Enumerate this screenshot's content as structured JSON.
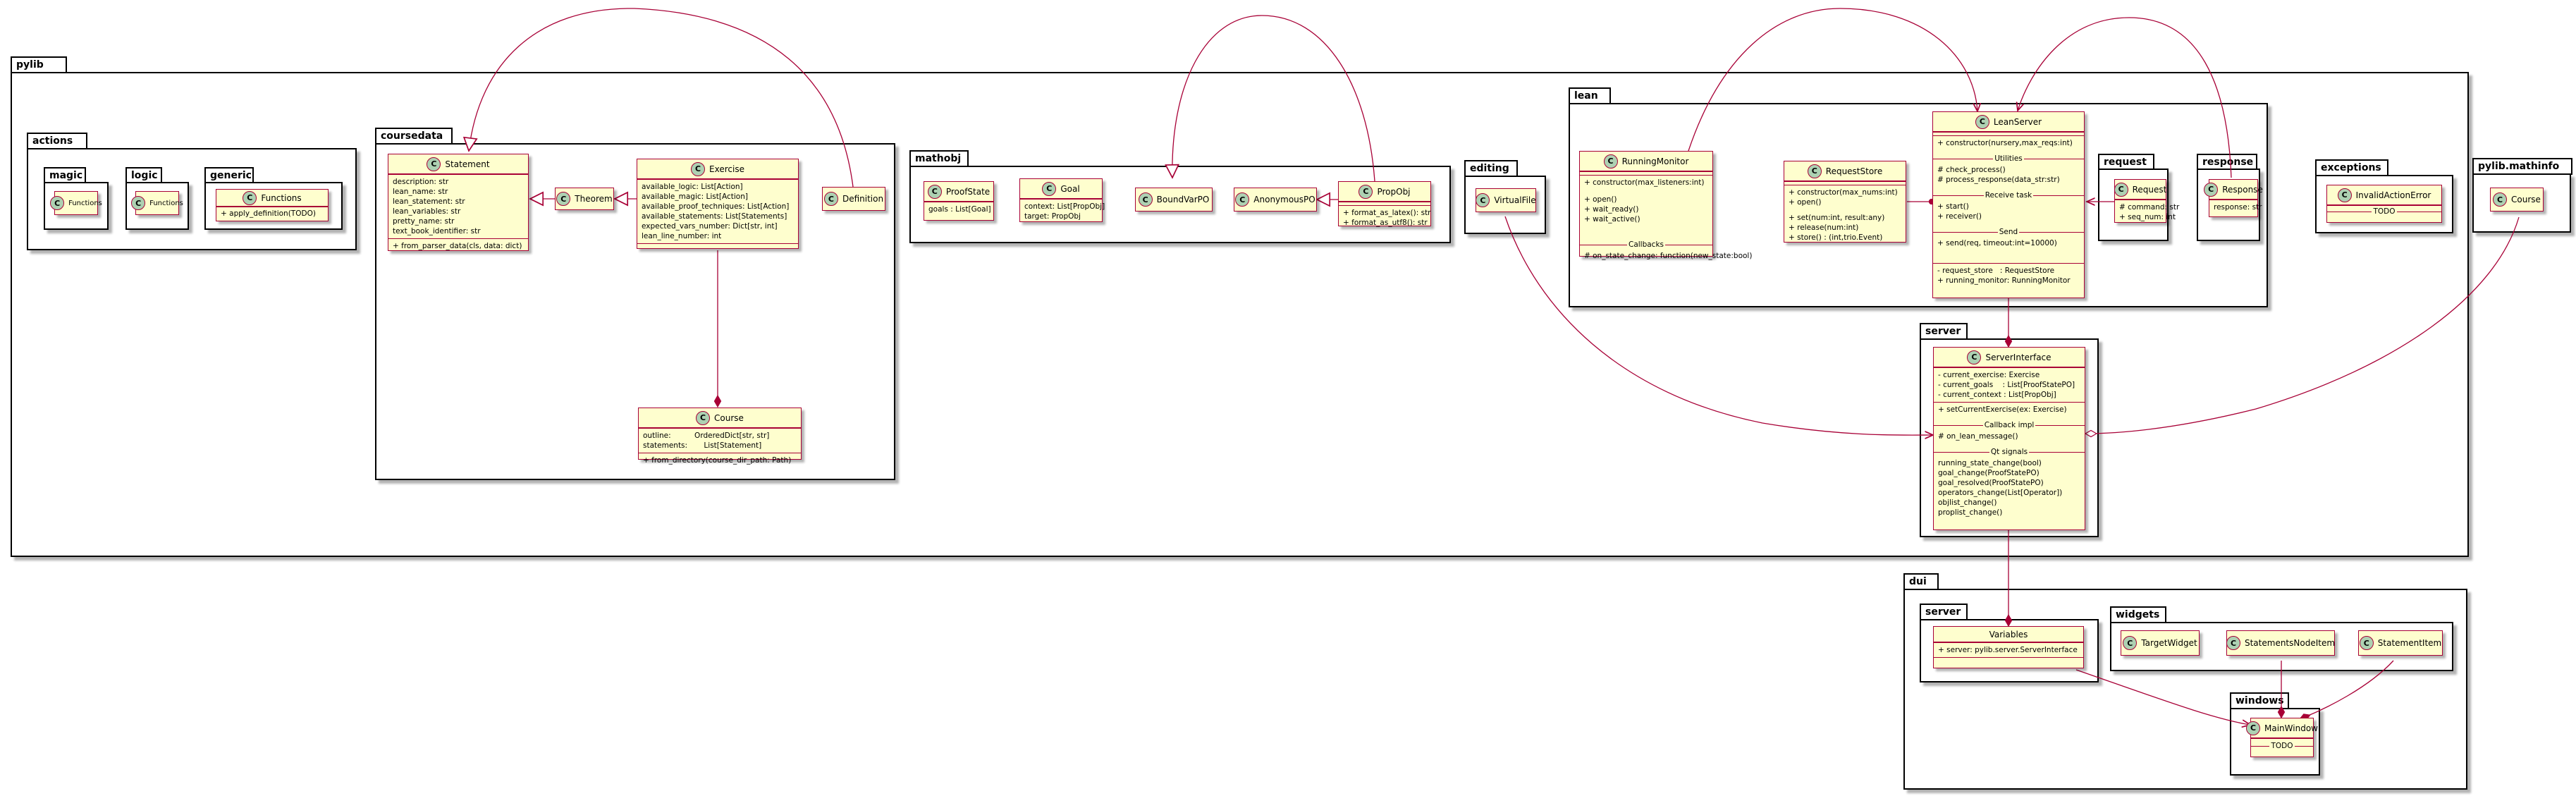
{
  "packages": {
    "pylib": "pylib",
    "actions": "actions",
    "magic": "magic",
    "logic": "logic",
    "generic": "generic",
    "coursedata": "coursedata",
    "mathobj": "mathobj",
    "editing": "editing",
    "lean": "lean",
    "request": "request",
    "response": "response",
    "exceptions": "exceptions",
    "server": "server",
    "pylib_mathinfo": "pylib.mathinfo",
    "dui": "dui",
    "dui_server": "server",
    "widgets": "widgets",
    "windows": "windows"
  },
  "classes": {
    "magic_functions": {
      "icon": "C",
      "name": "Functions"
    },
    "logic_functions": {
      "icon": "C",
      "name": "Functions"
    },
    "generic_functions": {
      "icon": "C",
      "name": "Functions",
      "methods": [
        "+ apply_definition(TODO)"
      ]
    },
    "statement": {
      "icon": "C",
      "name": "Statement",
      "fields": [
        "description: str",
        "lean_name: str",
        "lean_statement: str",
        "lean_variables: str",
        "pretty_name: str",
        "text_book_identifier: str"
      ],
      "methods": [
        "+ from_parser_data(cls, data: dict)"
      ]
    },
    "theorem": {
      "icon": "C",
      "name": "Theorem"
    },
    "exercise": {
      "icon": "C",
      "name": "Exercise",
      "fields": [
        "available_logic: List[Action]",
        "available_magic: List[Action]",
        "available_proof_techniques: List[Action]",
        "available_statements: List[Statements]",
        "expected_vars_number: Dict[str, int]",
        "lean_line_number: int"
      ]
    },
    "definition": {
      "icon": "C",
      "name": "Definition"
    },
    "course": {
      "icon": "C",
      "name": "Course",
      "fields": [
        "outline:          OrderedDict[str, str]",
        "statements:       List[Statement]"
      ],
      "methods": [
        "+ from_directory(course_dir_path: Path)"
      ]
    },
    "proofstate": {
      "icon": "C",
      "name": "ProofState",
      "fields": [
        "goals : List[Goal]"
      ]
    },
    "goal": {
      "icon": "C",
      "name": "Goal",
      "fields": [
        "context: List[PropObj]",
        "target: PropObj"
      ]
    },
    "boundvarpo": {
      "icon": "C",
      "name": "BoundVarPO"
    },
    "anonymouspo": {
      "icon": "C",
      "name": "AnonymousPO"
    },
    "propobj": {
      "icon": "C",
      "name": "PropObj",
      "methods": [
        "+ format_as_latex(): str",
        "+ format_as_utf8(): str"
      ]
    },
    "virtualfile": {
      "icon": "C",
      "name": "VirtualFile"
    },
    "runningmonitor": {
      "icon": "C",
      "name": "RunningMonitor",
      "methods": [
        "+ constructor(max_listeners:int)",
        "",
        "+ open()",
        "+ wait_ready()",
        "+ wait_active()"
      ],
      "callbacks_label": "Callbacks",
      "callbacks": [
        "# on_state_change: function(new_state:bool)"
      ]
    },
    "requeststore": {
      "icon": "C",
      "name": "RequestStore",
      "methods": [
        "+ constructor(max_nums:int)",
        "+ open()",
        "",
        "+ set(num:int, result:any)",
        "+ release(num:int)",
        "+ store() : (int,trio.Event)"
      ]
    },
    "leanserver": {
      "icon": "C",
      "name": "LeanServer",
      "methods": [
        "+ constructor(nursery,max_reqs:int)"
      ],
      "utilities_label": "Utilities",
      "utilities": [
        "# check_process()",
        "# process_response(data_str:str)"
      ],
      "receive_label": "Receive task",
      "receive": [
        "+ start()",
        "+ receiver()"
      ],
      "send_label": "Send",
      "send": [
        "+ send(req, timeout:int=10000)"
      ],
      "fields": [
        "- request_store   : RequestStore",
        "+ running_monitor: RunningMonitor"
      ]
    },
    "request": {
      "icon": "C",
      "name": "Request",
      "fields": [
        "# command: str",
        "+ seq_num: int"
      ]
    },
    "response": {
      "icon": "C",
      "name": "Response",
      "fields": [
        "response: str"
      ]
    },
    "invalidactionerror": {
      "icon": "C",
      "name": "InvalidActionError",
      "todo": "TODO"
    },
    "mathinfo_course": {
      "icon": "C",
      "name": "Course"
    },
    "serverinterface": {
      "icon": "C",
      "name": "ServerInterface",
      "fields": [
        "- current_exercise: Exercise",
        "- current_goals    : List[ProofStatePO]",
        "- current_context : List[PropObj]"
      ],
      "methods": [
        "+ setCurrentExercise(ex: Exercise)"
      ],
      "callback_label": "Callback impl",
      "callback": [
        "# on_lean_message()"
      ],
      "signals_label": "Qt signals",
      "signals": [
        "running_state_change(bool)",
        "goal_change(ProofStatePO)",
        "goal_resolved(ProofStatePO)",
        "operators_change(List[Operator])",
        "objlist_change()",
        "proplist_change()"
      ]
    },
    "variables": {
      "name": "Variables",
      "fields": [
        "+ server: pylib.server.ServerInterface"
      ]
    },
    "targetwidget": {
      "icon": "C",
      "name": "TargetWidget"
    },
    "statementsnodeitem": {
      "icon": "C",
      "name": "StatementsNodeItem"
    },
    "statementitem": {
      "icon": "C",
      "name": "StatementItem"
    },
    "mainwindow": {
      "icon": "C",
      "name": "MainWindow",
      "todo": "TODO"
    }
  },
  "colors": {
    "class_fill": "#FEFECE",
    "class_border": "#A80036",
    "circle": "#ADD1B2",
    "arrow": "#A80036"
  }
}
